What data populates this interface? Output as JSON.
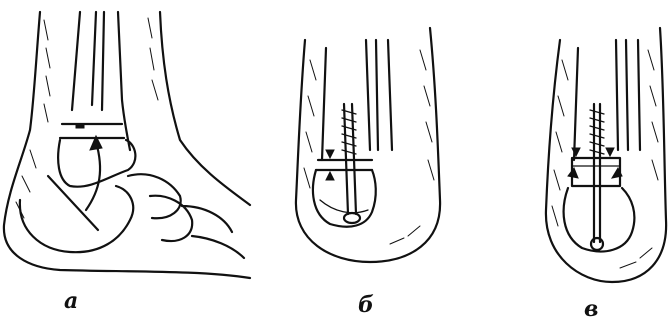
{
  "panels": [
    {
      "id": "a",
      "label": "а"
    },
    {
      "id": "b",
      "label": "б"
    },
    {
      "id": "c",
      "label": "в"
    }
  ],
  "colors": {
    "ink": "#111111",
    "background": "#ffffff"
  }
}
